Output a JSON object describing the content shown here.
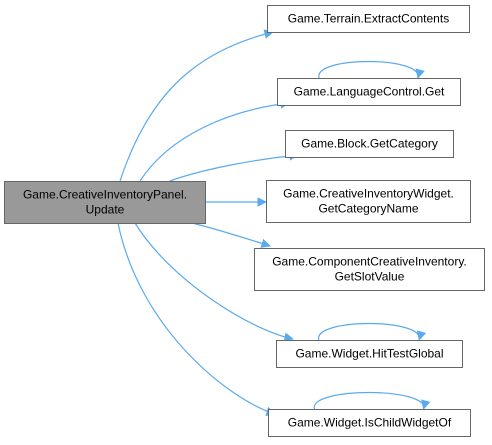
{
  "colors": {
    "edge": "#5aaaf0",
    "node_border": "#666666",
    "node_fill": "#ffffff",
    "root_fill": "#999999",
    "text": "#000000"
  },
  "root": {
    "lines": [
      "Game.CreativeInventoryPanel.",
      "Update"
    ]
  },
  "callees": [
    {
      "id": "extract-contents",
      "lines": [
        "Game.Terrain.ExtractContents"
      ],
      "self_loop": false
    },
    {
      "id": "language-get",
      "lines": [
        "Game.LanguageControl.Get"
      ],
      "self_loop": true
    },
    {
      "id": "block-get-category",
      "lines": [
        "Game.Block.GetCategory"
      ],
      "self_loop": false
    },
    {
      "id": "get-category-name",
      "lines": [
        "Game.CreativeInventoryWidget.",
        "GetCategoryName"
      ],
      "self_loop": false
    },
    {
      "id": "get-slot-value",
      "lines": [
        "Game.ComponentCreativeInventory.",
        "GetSlotValue"
      ],
      "self_loop": false
    },
    {
      "id": "hit-test-global",
      "lines": [
        "Game.Widget.HitTestGlobal"
      ],
      "self_loop": true
    },
    {
      "id": "is-child-widget-of",
      "lines": [
        "Game.Widget.IsChildWidgetOf"
      ],
      "self_loop": true
    }
  ]
}
